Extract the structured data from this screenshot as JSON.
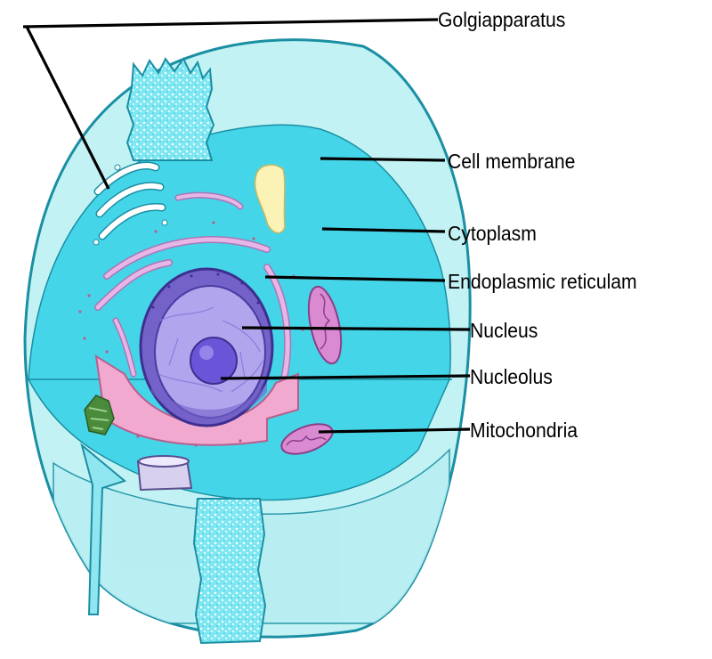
{
  "labels": {
    "golgi": "Golgiapparatus",
    "cell_membrane": "Cell membrane",
    "cytoplasm": "Cytoplasm",
    "er": "Endoplasmic reticulam",
    "nucleus": "Nucleus",
    "nucleolus": "Nucleolus",
    "mitochondria": "Mitochondria"
  },
  "colors": {
    "outer_cell": "#c2f2f4",
    "cytoplasm": "#45d5e8",
    "outline": "#1a8fa3",
    "er_pink": "#f2a9cf",
    "nucleus": "#9f8ce8",
    "nucleolus": "#6a55d8",
    "vacuole": "#fbf3b5",
    "chloroplast": "#4a8a3b",
    "leader_line": "#000000"
  }
}
